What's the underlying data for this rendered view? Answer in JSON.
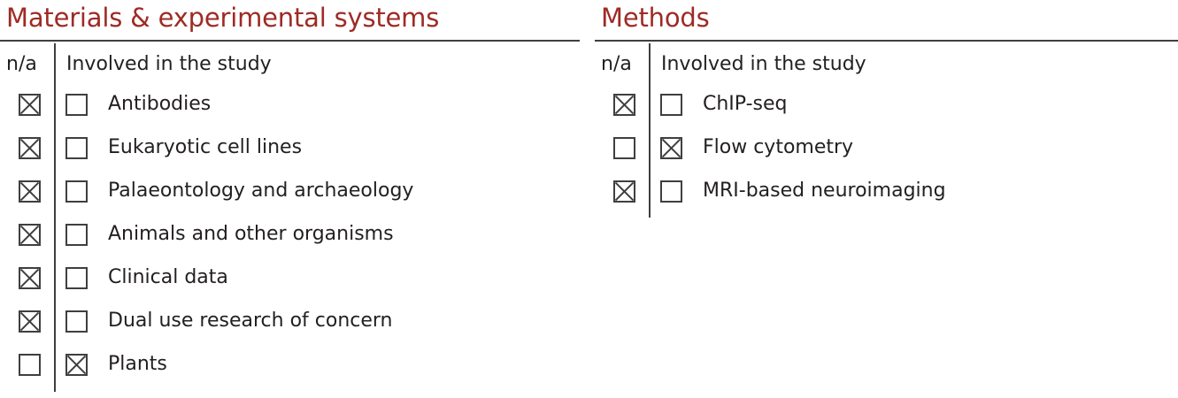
{
  "colors": {
    "title": "#9e2b25",
    "rule": "#3f3f3f",
    "text": "#231f20",
    "background": "#ffffff"
  },
  "columns": [
    {
      "id": "materials",
      "title": "Materials & experimental systems",
      "headers": {
        "na": "n/a",
        "involved": "Involved in the study"
      },
      "rows": [
        {
          "label": "Antibodies",
          "na": true,
          "involved": false
        },
        {
          "label": "Eukaryotic cell lines",
          "na": true,
          "involved": false
        },
        {
          "label": "Palaeontology and archaeology",
          "na": true,
          "involved": false
        },
        {
          "label": "Animals and other organisms",
          "na": true,
          "involved": false
        },
        {
          "label": "Clinical data",
          "na": true,
          "involved": false
        },
        {
          "label": "Dual use research of concern",
          "na": true,
          "involved": false
        },
        {
          "label": "Plants",
          "na": false,
          "involved": true
        }
      ]
    },
    {
      "id": "methods",
      "title": "Methods",
      "headers": {
        "na": "n/a",
        "involved": "Involved in the study"
      },
      "rows": [
        {
          "label": "ChIP-seq",
          "na": true,
          "involved": false
        },
        {
          "label": "Flow cytometry",
          "na": false,
          "involved": true
        },
        {
          "label": "MRI-based neuroimaging",
          "na": true,
          "involved": false
        }
      ]
    }
  ]
}
